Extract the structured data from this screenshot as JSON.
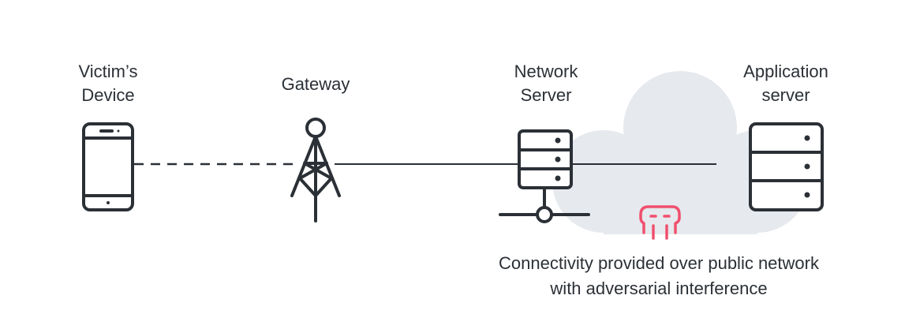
{
  "nodes": {
    "victim_device": {
      "line1": "Victim’s",
      "line2": "Device"
    },
    "gateway": {
      "line1": "Gateway"
    },
    "network_server": {
      "line1": "Network",
      "line2": "Server"
    },
    "application_server": {
      "line1": "Application",
      "line2": "server"
    }
  },
  "caption": {
    "line1": "Connectivity provided over public network",
    "line2": "with adversarial interference"
  },
  "colors": {
    "ink": "#2b3036",
    "cloud": "#e6e9ed",
    "threat": "#f0506e"
  },
  "icons": {
    "device": "smartphone-icon",
    "gateway": "radio-tower-icon",
    "network_server": "server-icon",
    "application_server": "server-icon",
    "threat": "skull-icon",
    "network": "cloud-icon"
  }
}
